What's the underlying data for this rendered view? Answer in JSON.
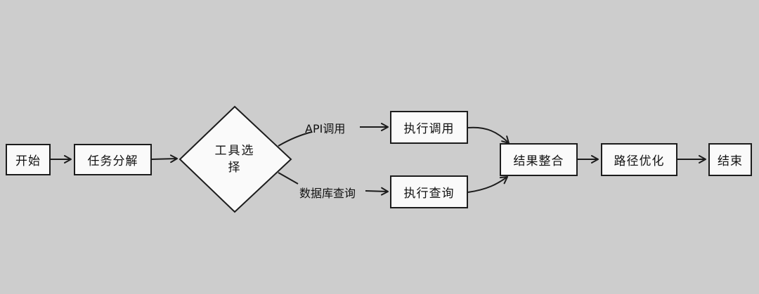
{
  "nodes": {
    "start": "开始",
    "decompose": "任务分解",
    "tool_select": "工具选择",
    "exec_call": "执行调用",
    "exec_query": "执行查询",
    "merge": "结果整合",
    "optimize": "路径优化",
    "end": "结束"
  },
  "edges": {
    "api_call": "API调用",
    "db_query": "数据库查询"
  },
  "colors": {
    "background": "#cdcdcd",
    "node_fill": "#fafafa",
    "stroke": "#1c1c1c"
  }
}
